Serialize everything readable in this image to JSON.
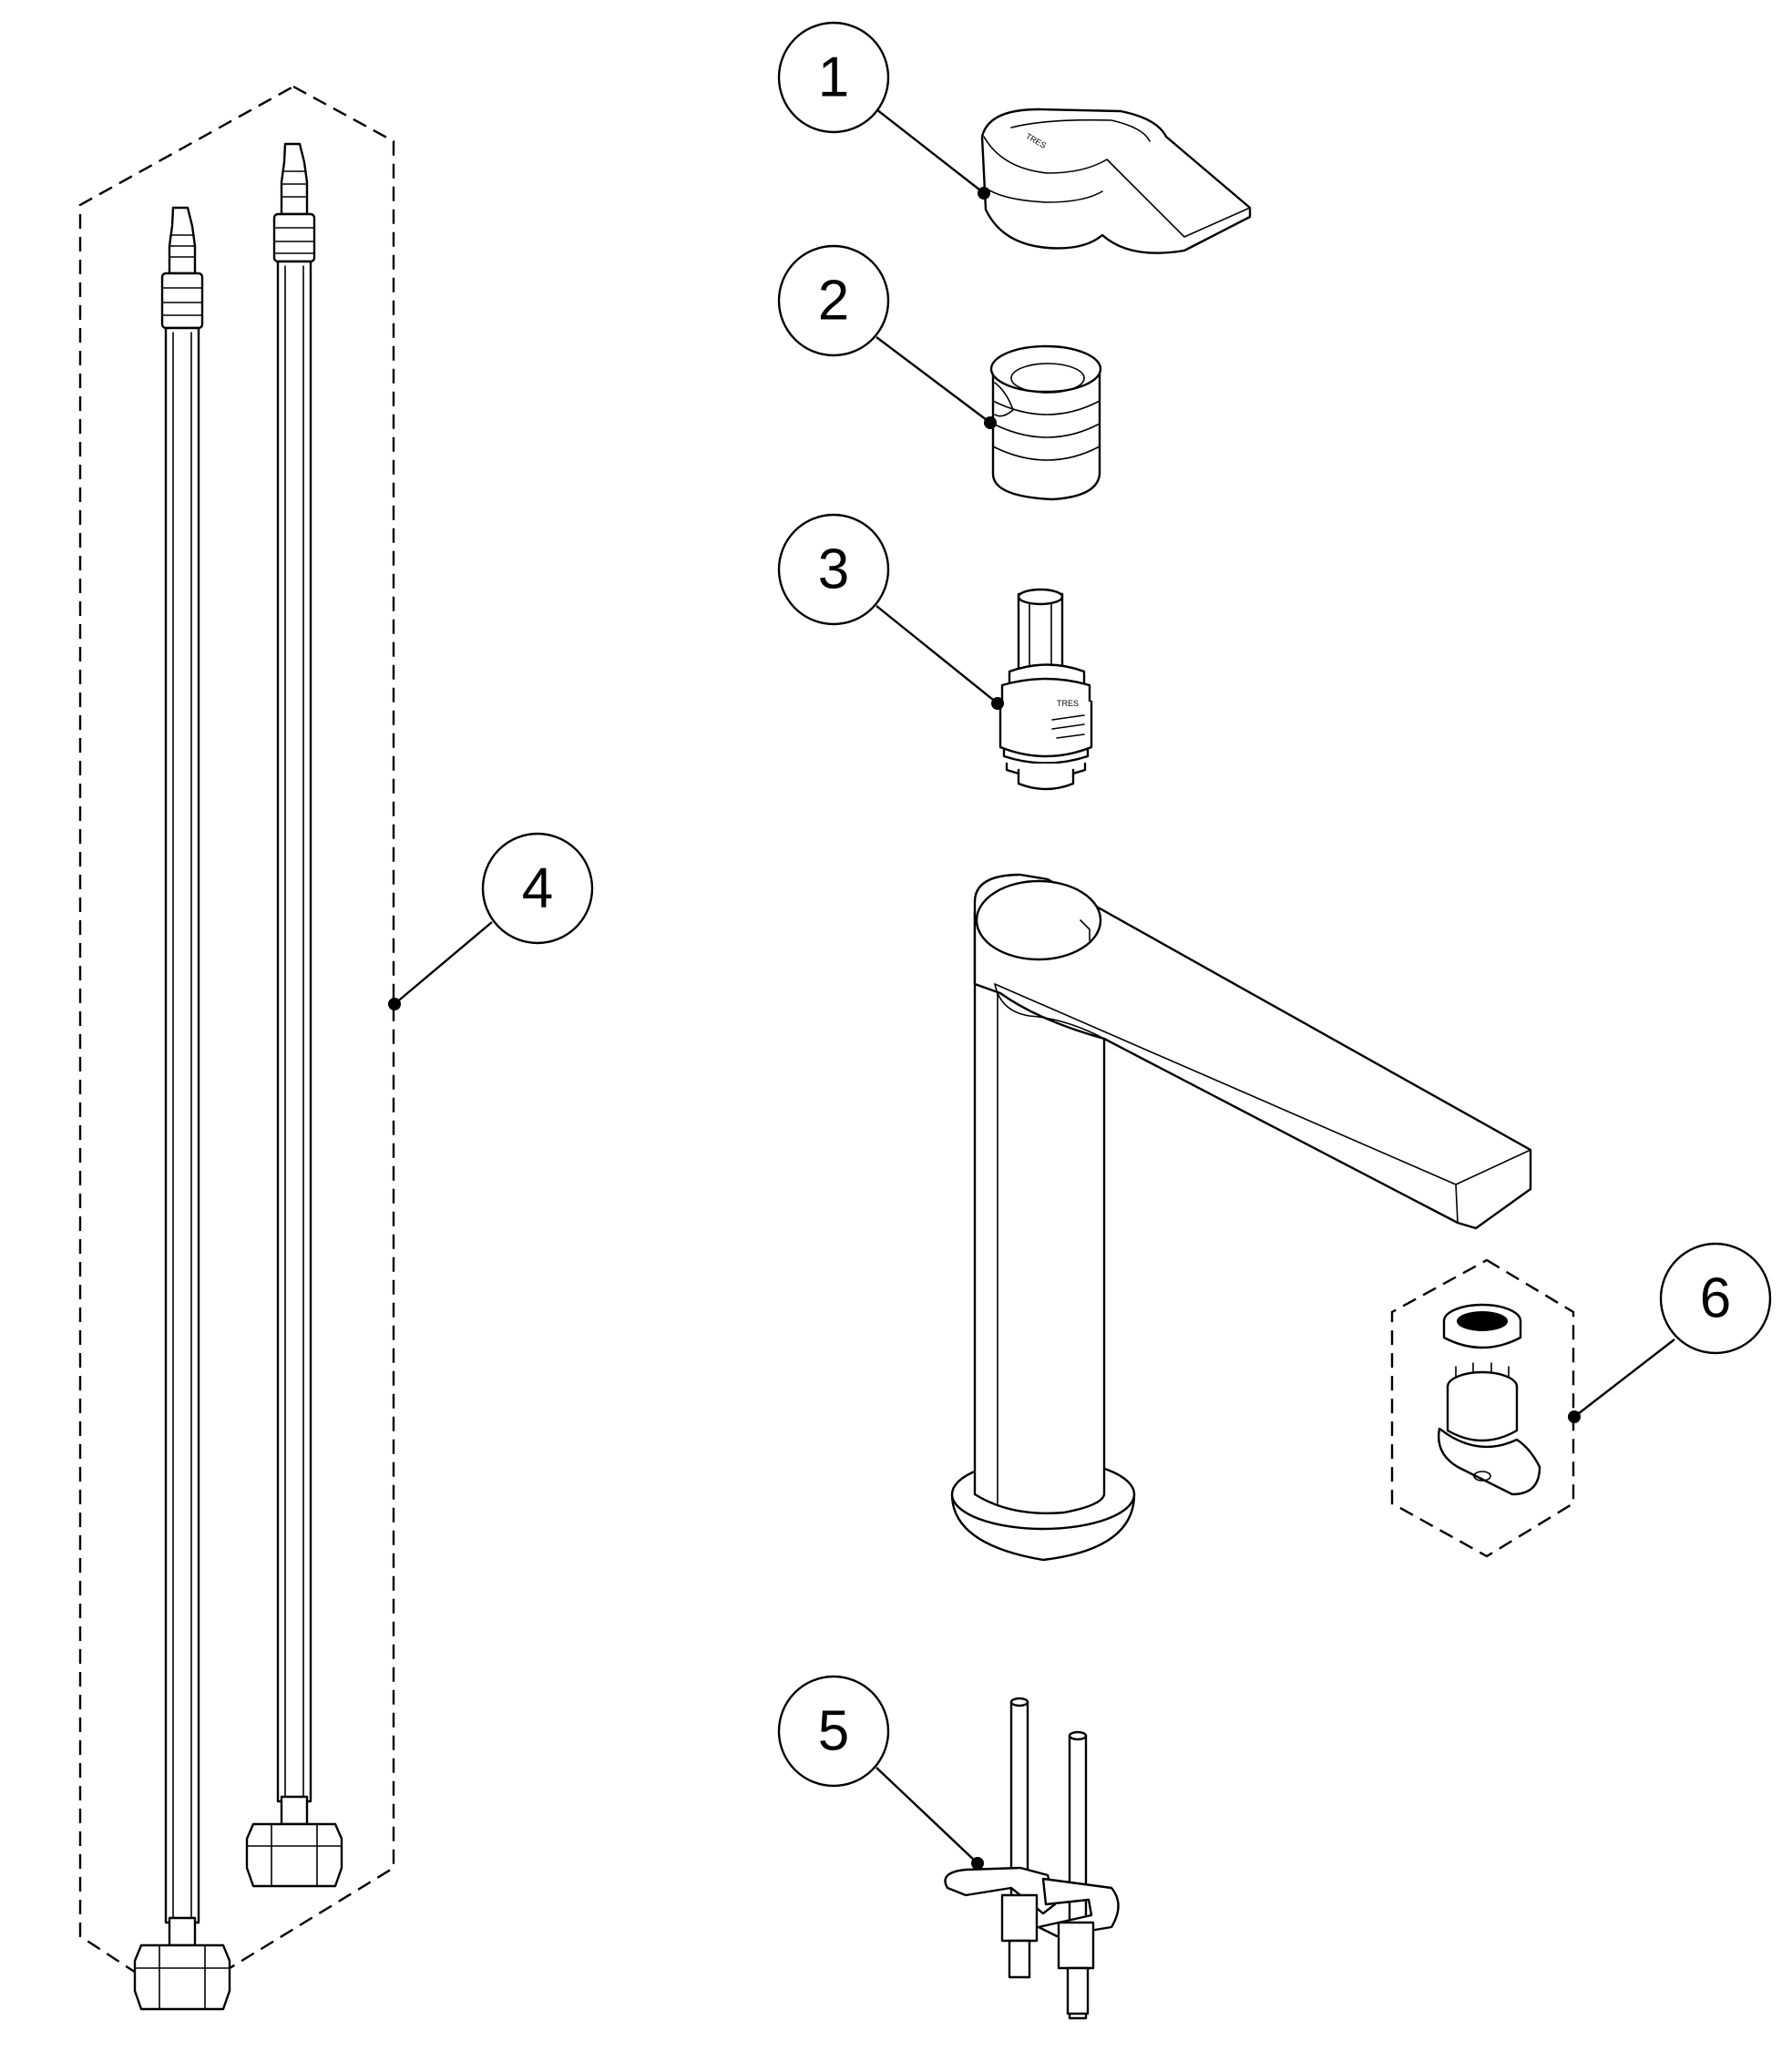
{
  "callouts": [
    {
      "id": "1",
      "label": "1"
    },
    {
      "id": "2",
      "label": "2"
    },
    {
      "id": "3",
      "label": "3"
    },
    {
      "id": "4",
      "label": "4"
    },
    {
      "id": "5",
      "label": "5"
    },
    {
      "id": "6",
      "label": "6"
    }
  ],
  "brand_marks": {
    "handle_logo": "TRES",
    "cartridge_logo": "TRES"
  }
}
